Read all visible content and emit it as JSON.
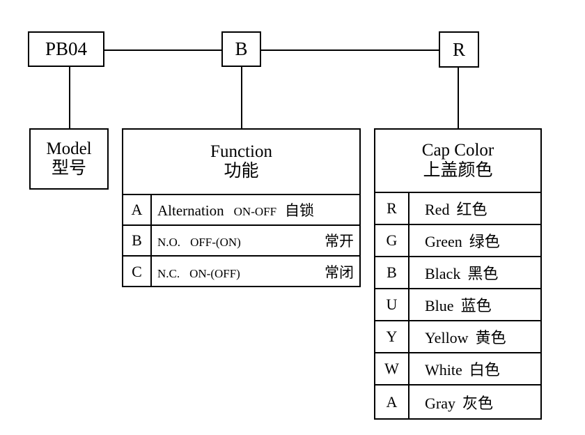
{
  "diagram": {
    "title_code": "PB04",
    "code_boxes": [
      {
        "name": "model-code",
        "label": "PB04"
      },
      {
        "name": "function-code",
        "label": "B"
      },
      {
        "name": "cap-color-code",
        "label": "R"
      }
    ],
    "model_box": {
      "en": "Model",
      "cn": "型号"
    },
    "function_table": {
      "header_en": "Function",
      "header_cn": "功能",
      "rows": [
        {
          "code": "A",
          "desc": "Alternation",
          "state": "ON-OFF",
          "cn": "自锁",
          "desc_small": false
        },
        {
          "code": "B",
          "desc": "N.O.",
          "state": "OFF-(ON)",
          "cn": "常开",
          "desc_small": true
        },
        {
          "code": "C",
          "desc": "N.C.",
          "state": "ON-(OFF)",
          "cn": "常闭",
          "desc_small": true
        }
      ]
    },
    "cap_color_table": {
      "header_en": "Cap Color",
      "header_cn": "上盖颜色",
      "rows": [
        {
          "code": "R",
          "en": "Red",
          "cn": "红色"
        },
        {
          "code": "G",
          "en": "Green",
          "cn": "绿色"
        },
        {
          "code": "B",
          "en": "Black",
          "cn": "黑色"
        },
        {
          "code": "U",
          "en": "Blue",
          "cn": "蓝色"
        },
        {
          "code": "Y",
          "en": "Yellow",
          "cn": "黄色"
        },
        {
          "code": "W",
          "en": "White",
          "cn": "白色"
        },
        {
          "code": "A",
          "en": "Gray",
          "cn": "灰色"
        }
      ]
    },
    "colors": {
      "line": "#000000",
      "background": "#ffffff"
    }
  }
}
